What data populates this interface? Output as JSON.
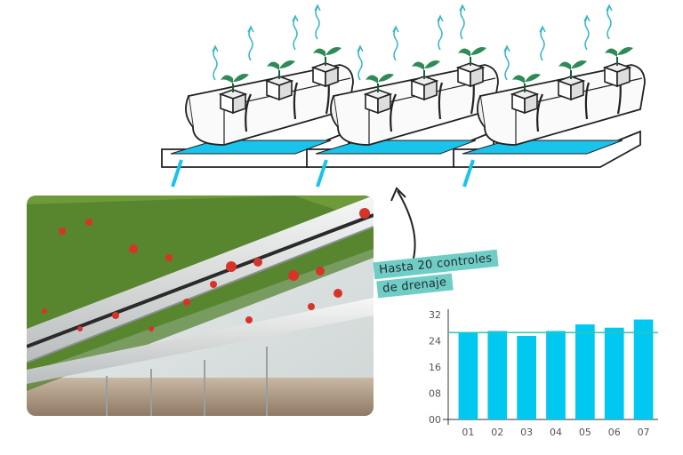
{
  "annotation": {
    "line1": "Hasta 20 controles",
    "line2": "de drenaje"
  },
  "colors": {
    "water": "#19c3ec",
    "bar": "#00c8f0",
    "threshold": "#2ec4b6",
    "leaf": "#2e8b57",
    "steam": "#3bb8c4",
    "label_bg": "#6fcdc6"
  },
  "chart_data": {
    "type": "bar",
    "categories": [
      "01",
      "02",
      "03",
      "04",
      "05",
      "06",
      "07"
    ],
    "values": [
      26.5,
      27,
      25.5,
      27,
      29,
      28,
      30.5
    ],
    "yticks": [
      "00",
      "08",
      "16",
      "24",
      "32"
    ],
    "ylim": [
      0,
      32
    ],
    "threshold": 26.5,
    "title": "",
    "xlabel": "",
    "ylabel": ""
  }
}
